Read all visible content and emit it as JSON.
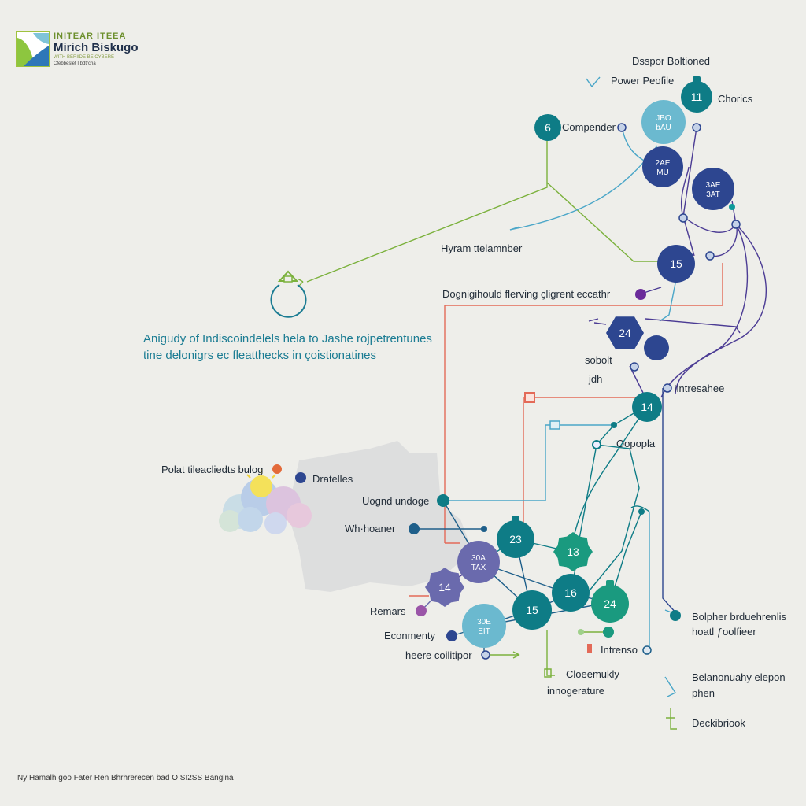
{
  "logo": {
    "kicker": "INITEAR ITEEA",
    "name": "Mirich Biskugo",
    "sub": "WITH BERIIDE BE CYBERE",
    "tiny": "Cfebbeslet I bdtrcha"
  },
  "headline": {
    "line1": "Anigudy of Indiscoindelels hela to Jashe rojpetrentunes",
    "line2": "tine delonigrs ec fleatthecks in çoistionatines"
  },
  "footer": "Ny Hamalh goo Fater Ren Bhrhrerecen bad O SI2SS Bangina",
  "colors": {
    "background": "#eeeeea",
    "teal": "#0e7c86",
    "tealLight": "#6bb9cf",
    "navy": "#2d4690",
    "purple": "#6a6aad",
    "green": "#1a9a7f",
    "lineGreen": "#7bb13c",
    "lineRed": "#e36a58",
    "lineBlue": "#4aa6c8",
    "linePurple": "#4b3b94"
  },
  "nodes": [
    {
      "id": "n11a",
      "label": "11",
      "shape": "circle",
      "color": "teal",
      "badge": true
    },
    {
      "id": "n6",
      "label": "6",
      "shape": "circle",
      "color": "teal"
    },
    {
      "id": "nLight",
      "label": "JBO",
      "label2": "bAU",
      "shape": "circle",
      "color": "tealLight"
    },
    {
      "id": "nNavy",
      "label": "2AE",
      "label2": "MU",
      "shape": "circle",
      "color": "navy"
    },
    {
      "id": "nNavy2",
      "label": "3AE",
      "label2": "3AT",
      "shape": "circle",
      "color": "navy"
    },
    {
      "id": "n15a",
      "label": "15",
      "shape": "circle",
      "color": "navy"
    },
    {
      "id": "n24a",
      "label": "24",
      "shape": "hexagon",
      "color": "navy"
    },
    {
      "id": "nSmall",
      "label": "",
      "shape": "circle",
      "color": "navy"
    },
    {
      "id": "n14a",
      "label": "14",
      "shape": "circle",
      "color": "teal"
    },
    {
      "id": "n23",
      "label": "23",
      "shape": "circle",
      "color": "teal",
      "badge": true
    },
    {
      "id": "nPurple",
      "label": "30A",
      "label2": "TAX",
      "shape": "circle",
      "color": "purple"
    },
    {
      "id": "n14b",
      "label": "14",
      "shape": "gear",
      "color": "purple"
    },
    {
      "id": "n13",
      "label": "13",
      "shape": "gear",
      "color": "green"
    },
    {
      "id": "n15b",
      "label": "15",
      "shape": "circle",
      "color": "teal"
    },
    {
      "id": "n16",
      "label": "16",
      "shape": "circle",
      "color": "teal"
    },
    {
      "id": "n24b",
      "label": "24",
      "shape": "circle",
      "color": "green",
      "badge": true
    },
    {
      "id": "nLight2",
      "label": "30E",
      "label2": "EIT",
      "shape": "circle",
      "color": "tealLight"
    }
  ],
  "labels": [
    {
      "id": "dispor",
      "text": "Dsspor Boltioned"
    },
    {
      "id": "power",
      "text": "Power Peofile"
    },
    {
      "id": "chorics",
      "text": "Chorics"
    },
    {
      "id": "compender",
      "text": "Compender"
    },
    {
      "id": "hyram",
      "text": "Hyram ttelamnber"
    },
    {
      "id": "dognig",
      "text": "Dognigihould flerving çligrent eccathr"
    },
    {
      "id": "sobolt",
      "text": "sobolt"
    },
    {
      "id": "jdh",
      "text": "jdh"
    },
    {
      "id": "intresahee",
      "text": "Iintresahee"
    },
    {
      "id": "opopla",
      "text": "Oopopla"
    },
    {
      "id": "polat",
      "text": "Polat tileacliedts bulog"
    },
    {
      "id": "dratelles",
      "text": "Dratelles"
    },
    {
      "id": "uognd",
      "text": "Uognd undoge"
    },
    {
      "id": "whhoaner",
      "text": "Wh·hoaner"
    },
    {
      "id": "remars",
      "text": "Remars"
    },
    {
      "id": "economy",
      "text": "Econmenty"
    },
    {
      "id": "heere",
      "text": "heere coilitipor"
    },
    {
      "id": "intrenso",
      "text": "Intrenso"
    },
    {
      "id": "cloeemukly",
      "text": "Cloeemukly"
    },
    {
      "id": "innogerature",
      "text": "innogerature"
    },
    {
      "id": "bolpher",
      "text": "Bolpher brduehrenlis"
    },
    {
      "id": "hoatl",
      "text": "hoatl ƒoolfieer"
    },
    {
      "id": "belanonuahy",
      "text": "Belanonuahy elepon"
    },
    {
      "id": "phen",
      "text": "phen"
    },
    {
      "id": "deckibriook",
      "text": "Deckibriook"
    }
  ]
}
